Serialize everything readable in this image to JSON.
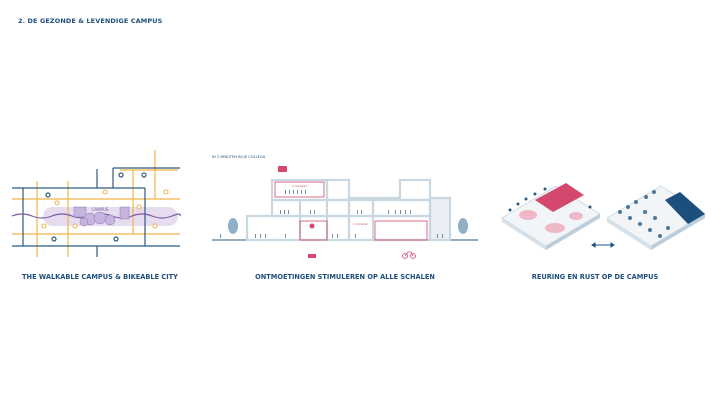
{
  "slide": {
    "title": "2. DE GEZONDE & LEVENDIGE CAMPUS"
  },
  "panels": [
    {
      "caption": "THE WALKABLE CAMPUS & BIKEABLE CITY",
      "campus_label": "CAMPUS"
    },
    {
      "caption": "ONTMOETINGEN STIMULEREN OP ALLE SCHALEN",
      "subtitle": "IN 2 MINUTEN BIJ JE COLLEGA",
      "time_label_1": "2 minuten",
      "time_label_2": "2 minuten"
    },
    {
      "caption": "REURING EN RUST OP DE CAMPUS"
    }
  ],
  "colors": {
    "navy": "#2a5a80",
    "orange": "#f2b446",
    "purple": "#7b5aa6",
    "pink": "#d4486e",
    "lightblue": "#d5e1ea"
  }
}
